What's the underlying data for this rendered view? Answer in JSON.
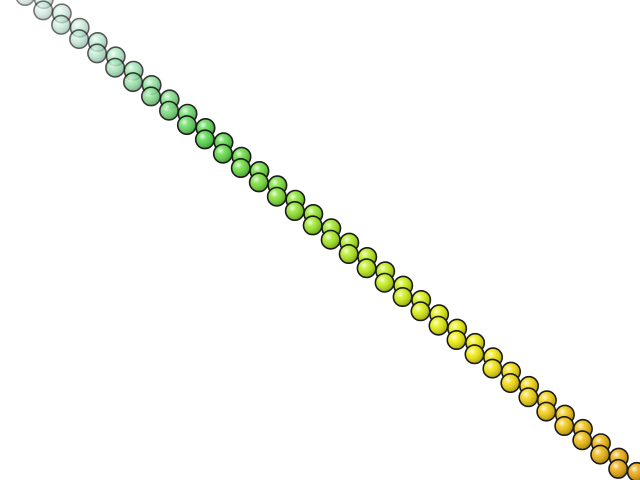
{
  "scene": {
    "background": "#ffffff",
    "subject": "molecular-ribbon-bead-chain",
    "bead_outline": "#1a1a1a",
    "gradient_stops": [
      {
        "at": 0.0,
        "color": "#cdeee4"
      },
      {
        "at": 0.12,
        "color": "#a9e8c6"
      },
      {
        "at": 0.3,
        "color": "#55d94a"
      },
      {
        "at": 0.55,
        "color": "#b7ee18"
      },
      {
        "at": 0.72,
        "color": "#f0f008"
      },
      {
        "at": 0.85,
        "color": "#f5d10c"
      },
      {
        "at": 1.0,
        "color": "#eba80c"
      }
    ],
    "start_opacity": 0.55,
    "bead_count": 68
  }
}
